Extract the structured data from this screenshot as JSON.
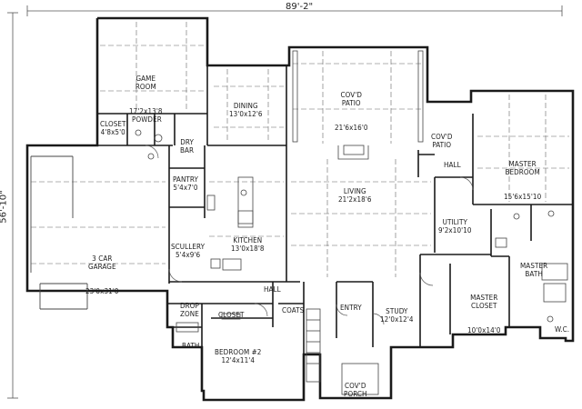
{
  "overall": {
    "width": "89'-2\"",
    "depth": "56'-10\""
  },
  "rooms": {
    "game_room": {
      "name": "GAME\nROOM",
      "dims": "17'2x13'8"
    },
    "dining": {
      "name": "DINING",
      "dims": "13'0x12'6"
    },
    "covd_patio": {
      "name": "COV'D\nPATIO",
      "dims": "21'6x16'0"
    },
    "covd_patio_small": {
      "name": "COV'D\nPATIO",
      "dims": ""
    },
    "closet_game": {
      "name": "CLOSET",
      "dims": "4'8x5'0"
    },
    "powder": {
      "name": "POWDER",
      "dims": ""
    },
    "dry_bar": {
      "name": "DRY\nBAR",
      "dims": ""
    },
    "master_bedroom": {
      "name": "MASTER\nBEDROOM",
      "dims": "15'6x15'10"
    },
    "hall_master": {
      "name": "HALL",
      "dims": ""
    },
    "pantry": {
      "name": "PANTRY",
      "dims": "5'4x7'0"
    },
    "garage": {
      "name": "3 CAR\nGARAGE",
      "dims": "23'0x31'0"
    },
    "living": {
      "name": "LIVING",
      "dims": "21'2x18'6"
    },
    "utility": {
      "name": "UTILITY",
      "dims": "9'2x10'10"
    },
    "kitchen": {
      "name": "KITCHEN",
      "dims": "13'0x18'8"
    },
    "scullery": {
      "name": "SCULLERY",
      "dims": "5'4x9'6"
    },
    "master_bath": {
      "name": "MASTER\nBATH",
      "dims": ""
    },
    "master_closet": {
      "name": "MASTER\nCLOSET",
      "dims": "10'0x14'0"
    },
    "drop_zone": {
      "name": "DROP\nZONE",
      "dims": ""
    },
    "hall": {
      "name": "HALL",
      "dims": ""
    },
    "closet_bed": {
      "name": "CLOSET",
      "dims": ""
    },
    "coats": {
      "name": "COATS",
      "dims": ""
    },
    "entry": {
      "name": "ENTRY",
      "dims": ""
    },
    "study": {
      "name": "STUDY",
      "dims": "12'0x12'4"
    },
    "bath": {
      "name": "BATH",
      "dims": ""
    },
    "bedroom2": {
      "name": "BEDROOM #2",
      "dims": "12'4x11'4"
    },
    "wc": {
      "name": "W.C.",
      "dims": ""
    },
    "covd_porch": {
      "name": "COV'D\nPORCH",
      "dims": ""
    }
  },
  "colors": {
    "wall": "#1a1a1a",
    "line": "#333333",
    "fixture": "#555555",
    "background": "#ffffff"
  }
}
